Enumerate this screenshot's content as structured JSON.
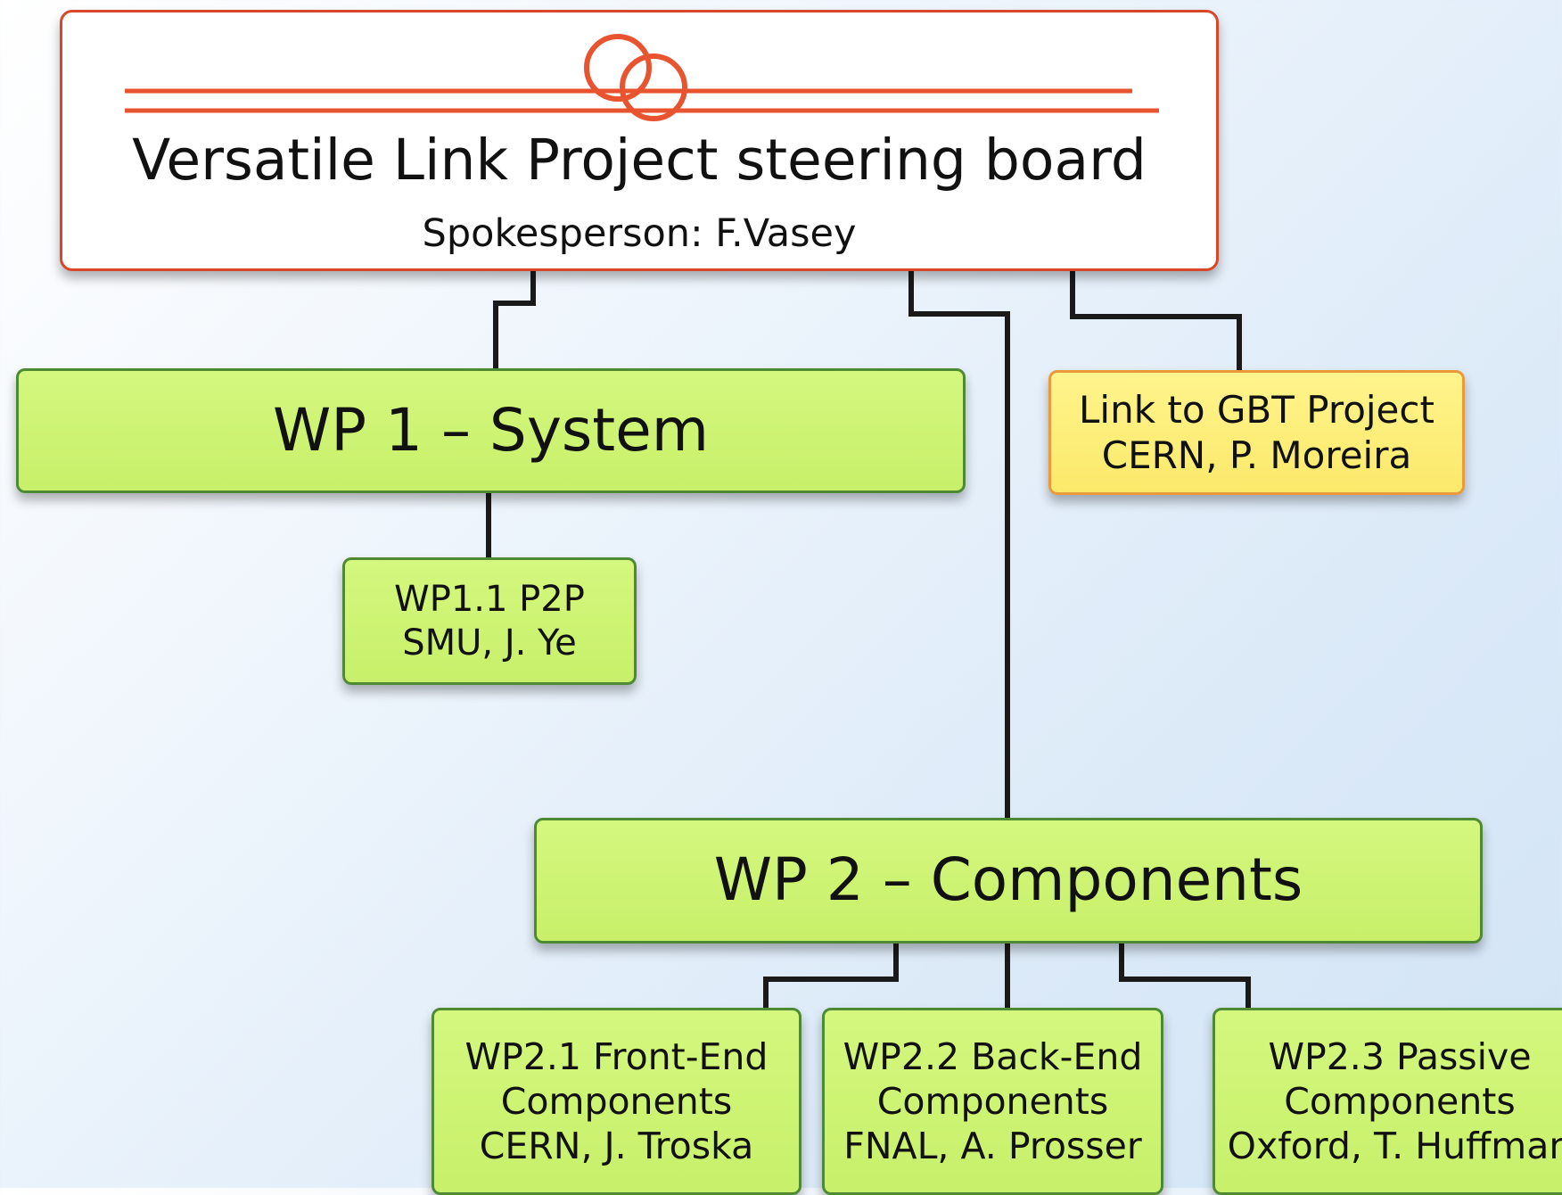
{
  "steering_board": {
    "title": "Versatile Link Project steering board",
    "subtitle": "Spokesperson: F.Vasey"
  },
  "nodes": {
    "wp1": {
      "label": "WP 1 – System"
    },
    "wp1_1": {
      "line1": "WP1.1 P2P",
      "line2": "SMU, J. Ye"
    },
    "gbt_link": {
      "line1": "Link to GBT Project",
      "line2": "CERN, P. Moreira"
    },
    "wp2": {
      "label": "WP 2 – Components"
    },
    "wp2_1": {
      "line1": "WP2.1 Front-End",
      "line2": "Components",
      "line3": "CERN, J. Troska"
    },
    "wp2_2": {
      "line1": "WP2.2 Back-End",
      "line2": "Components",
      "line3": "FNAL, A. Prosser"
    },
    "wp2_3": {
      "line1": "WP2.3 Passive",
      "line2": "Components",
      "line3": "Oxford, T. Huffman"
    }
  },
  "colors": {
    "board_border": "#d9472a",
    "green_fill": "#cdf373",
    "green_border": "#4e8a33",
    "yellow_fill": "#fcee7a",
    "yellow_border": "#e89a3c",
    "connector": "#1a1a1a"
  }
}
